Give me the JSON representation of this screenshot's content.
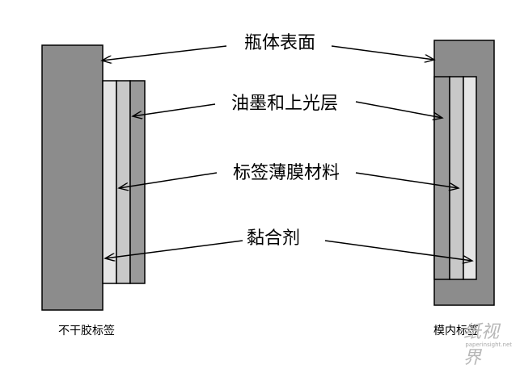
{
  "labels": {
    "bottle_surface": "瓶体表面",
    "ink_layer": "油墨和上光层",
    "film_material": "标签薄膜材料",
    "adhesive": "黏合剂"
  },
  "captions": {
    "left": "不干胶标签",
    "right": "模内标签"
  },
  "watermark": {
    "main": "纸视界",
    "sub": "paperinsight.net"
  },
  "colors": {
    "bottle": "#8c8c8c",
    "layer_light": "#e6e6e6",
    "layer_mid": "#c8c8c8",
    "layer_dark": "#9a9a9a",
    "stroke": "#000000"
  }
}
